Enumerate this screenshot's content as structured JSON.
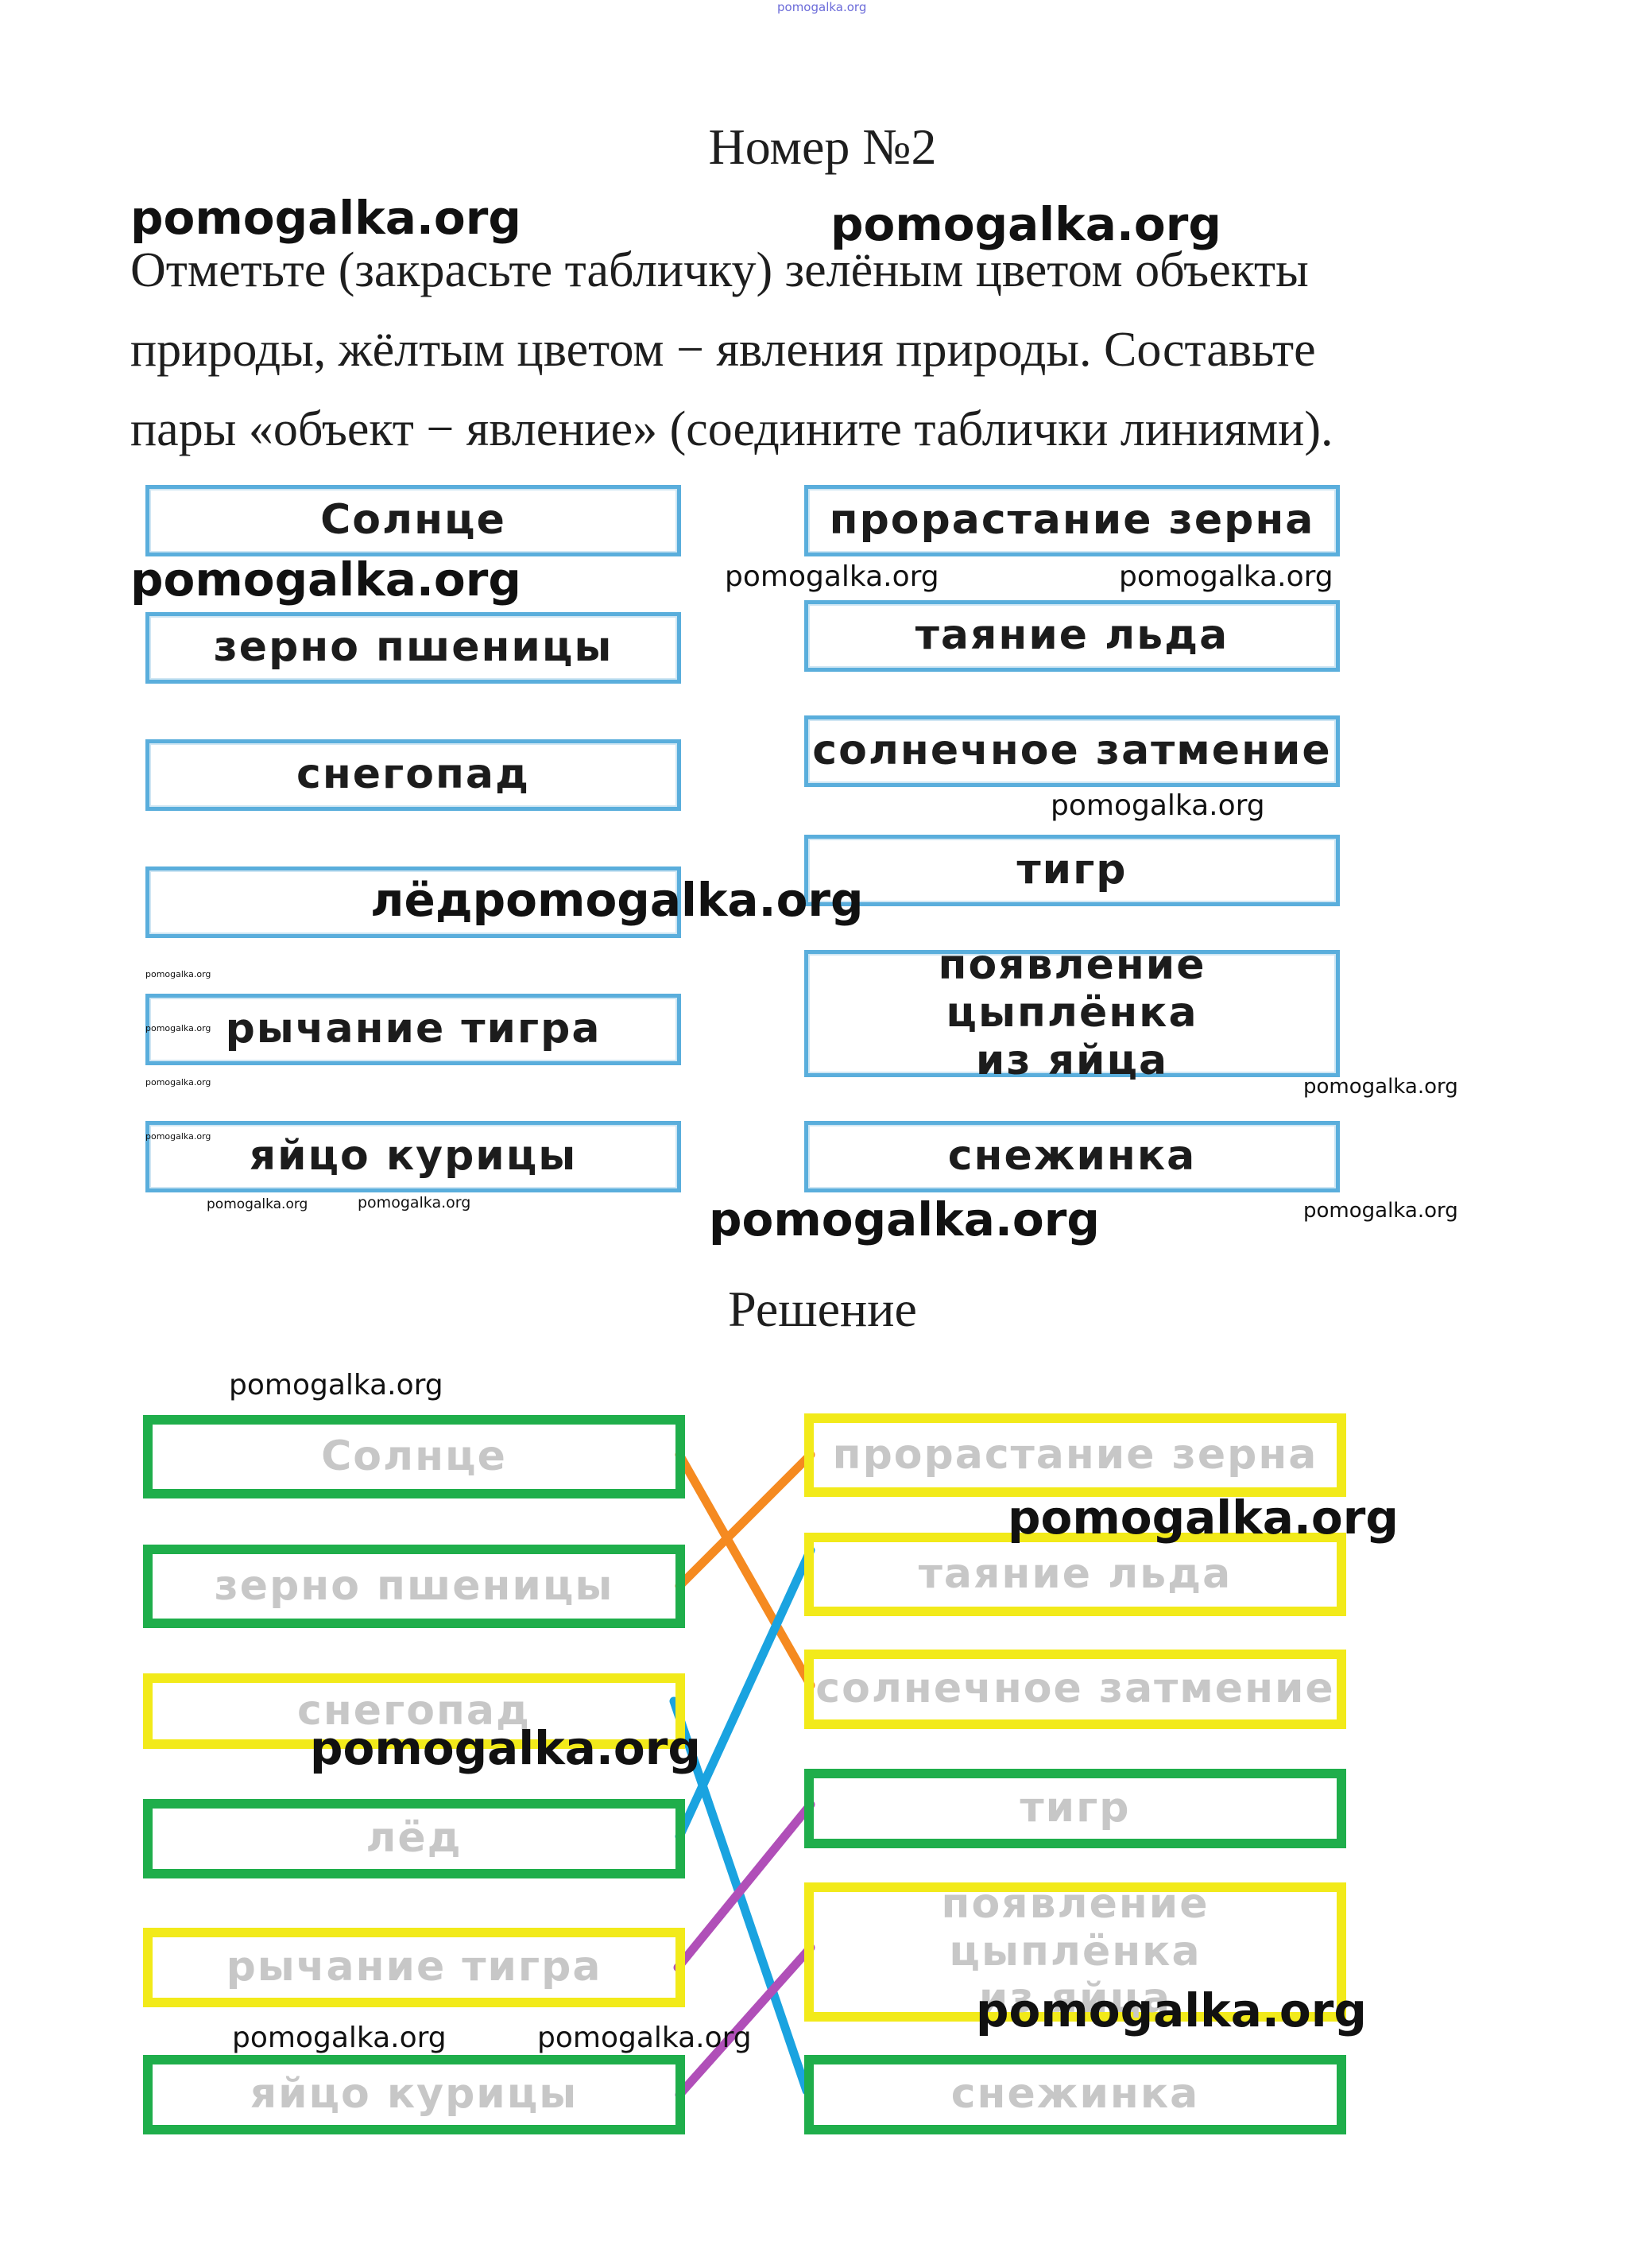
{
  "header": {
    "site_link": "pomogalka.org",
    "title": "Номер №2"
  },
  "task": {
    "lines": [
      "Отметьте (закрасьте табличку) зелёным цветом объекты",
      "природы, жёлтым цветом − явления природы. Составьте",
      "пары «объект − явление» (соедините таблички линиями)."
    ]
  },
  "exercise": {
    "left_boxes": [
      "Солнце",
      "зерно  пшеницы",
      "снегопад",
      "лёд",
      "рычание  тигра",
      "яйцо  курицы"
    ],
    "right_boxes": [
      "прорастание  зерна",
      "таяние  льда",
      "солнечное  затмение",
      "тигр",
      "появление  цыплёнка",
      "из  яйца",
      "снежинка"
    ]
  },
  "solution": {
    "heading": "Решение",
    "left_boxes": [
      "Солнце",
      "зерно  пшеницы",
      "снегопад",
      "лёд",
      "рычание  тигра",
      "яйцо  курицы"
    ],
    "right_boxes": [
      "прорастание  зерна",
      "таяние  льда",
      "солнечное  затмение",
      "тигр",
      "появление  цыплёнка",
      "из  яйца",
      "снежинка"
    ],
    "colors": {
      "object": "#1fae4b",
      "phenomenon": "#f2ea1a",
      "link_orange": "#f58a20",
      "link_blue": "#1aa3e0",
      "link_purple": "#b04fb8"
    }
  },
  "watermark": {
    "text": "pomogalka.org",
    "merged_label": "лёдpomogalka.org"
  }
}
